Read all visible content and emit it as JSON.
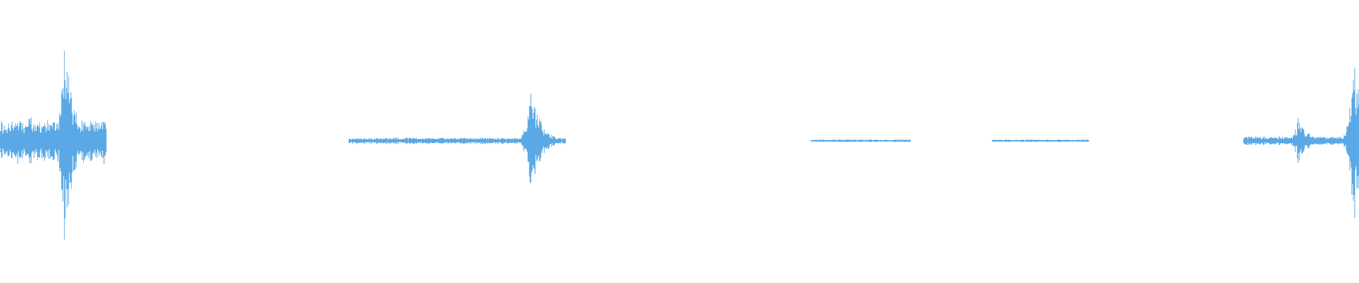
{
  "waveform": {
    "color": "#5aa9e6",
    "background": "#ffffff",
    "segments": [
      {
        "id": "seg-1",
        "start": 0.0,
        "end": 0.078
      },
      {
        "id": "seg-2",
        "start": 0.257,
        "end": 0.416
      },
      {
        "id": "seg-3",
        "start": 0.597,
        "end": 0.67
      },
      {
        "id": "seg-4",
        "start": 0.73,
        "end": 0.801
      },
      {
        "id": "seg-5",
        "start": 0.915,
        "end": 1.0
      }
    ],
    "bursts": [
      {
        "segment": "seg-1",
        "center": 0.047,
        "peak": 0.49,
        "level": 0.1
      },
      {
        "segment": "seg-2",
        "center": 0.39,
        "peak": 0.28,
        "level": 0.015
      },
      {
        "segment": "seg-5",
        "center": 0.955,
        "peak": 0.11,
        "level": 0.02
      },
      {
        "segment": "seg-5",
        "center": 0.996,
        "peak": 0.42,
        "level": 0.02
      }
    ]
  }
}
